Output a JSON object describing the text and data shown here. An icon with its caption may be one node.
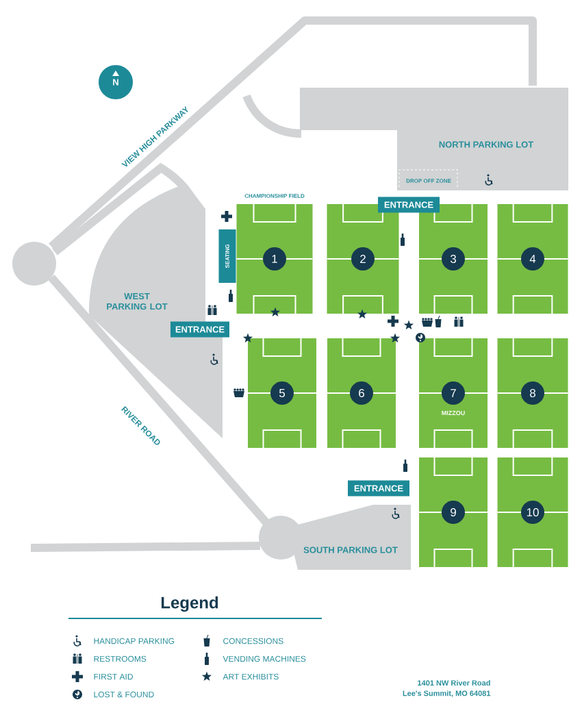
{
  "diagram": {
    "nodes": [
      {
        "text": [
          "N"
        ]
      },
      {
        "text": [
          "NORTH PARKING LOT"
        ]
      },
      {
        "text": [
          "DROP OFF ZONE"
        ],
        "in": 1
      },
      {
        "text": [
          "ENTRANCE"
        ]
      },
      {
        "text": [
          "SEATING"
        ]
      },
      {
        "text": [
          "WEST PARKING LOT"
        ]
      },
      {
        "text": [
          "ENTRANCE"
        ]
      },
      {
        "text": [
          "1"
        ],
        "beside": [
          "CHAMPIONSHIP FIELD"
        ]
      },
      {
        "text": [
          "2"
        ]
      },
      {
        "text": [
          "3"
        ]
      },
      {
        "text": [
          "4"
        ]
      },
      {
        "text": [
          "5"
        ]
      },
      {
        "text": [
          "6"
        ]
      },
      {
        "text": [
          "7",
          "MIZZOU"
        ]
      },
      {
        "text": [
          "8"
        ]
      },
      {
        "text": [
          "9"
        ]
      },
      {
        "text": [
          "10"
        ]
      },
      {
        "text": [
          "ENTRANCE"
        ]
      },
      {
        "text": [
          "SOUTH PARKING LOT"
        ]
      }
    ],
    "labels": [
      "VIEW HIGH PARKWAY",
      "RIVER ROAD",
      "Legend",
      "1401 NW River Road",
      "Lee's Summit, MO 64081"
    ],
    "legend": [
      {
        "text": "HANDICAP PARKING"
      },
      {
        "text": "RESTROOMS"
      },
      {
        "text": "FIRST AID"
      },
      {
        "text": "LOST & FOUND"
      },
      {
        "text": "CONCESSIONS"
      },
      {
        "text": "VENDING MACHINES"
      },
      {
        "text": "ART EXHIBITS"
      }
    ]
  }
}
